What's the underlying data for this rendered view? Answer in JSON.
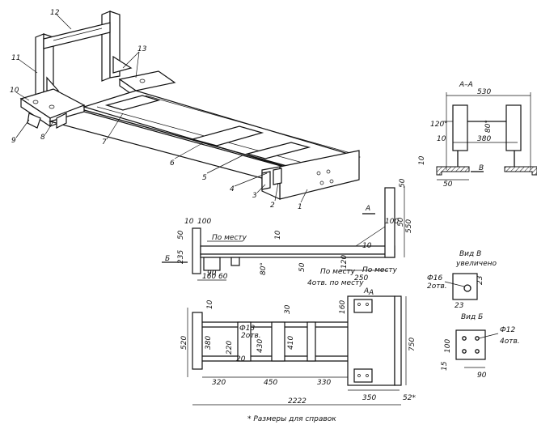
{
  "iso_callouts": [
    "1",
    "2",
    "3",
    "4",
    "5",
    "6",
    "7",
    "8",
    "9",
    "10",
    "11",
    "12",
    "13"
  ],
  "section_aa": {
    "title": "А–А",
    "dims": [
      "530",
      "120°",
      "80°",
      "10",
      "380",
      "10",
      "50",
      "В"
    ]
  },
  "side_view": {
    "dims": [
      "10",
      "100",
      "50",
      "По месту",
      "235",
      "10",
      "90",
      "60",
      "160",
      "Б",
      "80°",
      "50",
      "По месту",
      "120",
      "250",
      "По месту",
      "50",
      "100",
      "А",
      "550",
      "50",
      "10"
    ],
    "note": "4отв. по месту",
    "marker_a": "А"
  },
  "view_v": {
    "title": "Вид В",
    "subtitle": "увеличено",
    "hole": "Ф16",
    "hole_count": "2отв.",
    "dims": [
      "23",
      "23"
    ]
  },
  "plan_view": {
    "dims": [
      "520",
      "380",
      "10",
      "Ф13",
      "2отв.",
      "220",
      "20",
      "430",
      "30",
      "410",
      "160",
      "750",
      "320",
      "450",
      "330",
      "350",
      "52*",
      "2222"
    ],
    "marker_a": "А"
  },
  "view_b": {
    "title": "Вид Б",
    "hole": "Ф12",
    "hole_count": "4отв.",
    "dims": [
      "15",
      "100",
      "90"
    ]
  },
  "footnote": "* Размеры для справок"
}
